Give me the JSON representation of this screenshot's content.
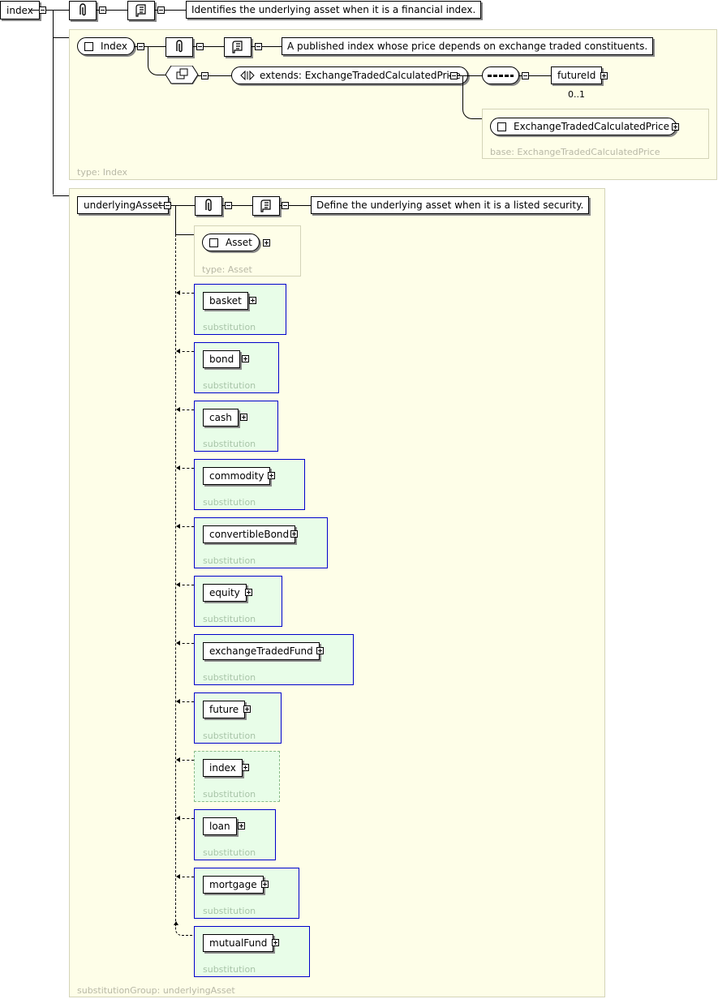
{
  "root": {
    "name": "index",
    "doc": "Identifies the underlying asset when it is a financial index."
  },
  "index_type": {
    "name": "Index",
    "doc": "A published index whose price depends on exchange traded constituents.",
    "type_label": "type: Index",
    "extends_label": "extends: ExchangeTradedCalculatedPrice",
    "child": {
      "name": "futureId",
      "occurrence": "0..1"
    },
    "base": {
      "name": "ExchangeTradedCalculatedPrice",
      "label": "base: ExchangeTradedCalculatedPrice"
    }
  },
  "underlying": {
    "name": "underlyingAsset",
    "doc": "Define the underlying asset when it is a listed security.",
    "type": {
      "name": "Asset",
      "label": "type: Asset"
    },
    "substitution_label": "substitution",
    "group_label": "substitutionGroup: underlyingAsset",
    "substitutions": [
      {
        "name": "basket"
      },
      {
        "name": "bond"
      },
      {
        "name": "cash"
      },
      {
        "name": "commodity"
      },
      {
        "name": "convertibleBond"
      },
      {
        "name": "equity"
      },
      {
        "name": "exchangeTradedFund"
      },
      {
        "name": "future"
      },
      {
        "name": "index",
        "abstract": true
      },
      {
        "name": "loan"
      },
      {
        "name": "mortgage"
      },
      {
        "name": "mutualFund"
      }
    ]
  },
  "colors": {
    "panel": "#fefee8",
    "substitution_fill": "#e8fde8",
    "substitution_border": "#0000cc"
  }
}
